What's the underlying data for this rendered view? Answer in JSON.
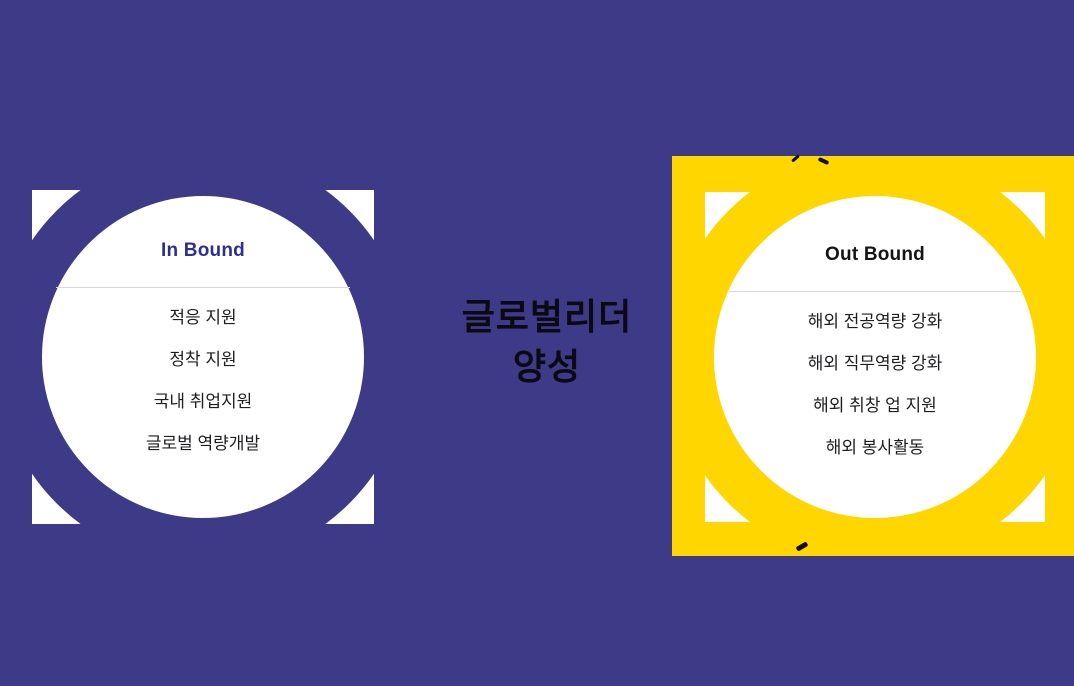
{
  "colors": {
    "background": "#3d3a87",
    "accent_yellow": "#ffd600",
    "inbound_title": "#2e2f90",
    "outbound_title": "#141414",
    "body_text": "#1e1e22",
    "center_text": "#0a0a12"
  },
  "center_label": {
    "line1": "글로벌리더",
    "line2": "양성"
  },
  "inbound": {
    "title": "In Bound",
    "items": [
      "적응 지원",
      "정착 지원",
      "국내 취업지원",
      "글로벌 역량개발"
    ]
  },
  "outbound": {
    "title": "Out Bound",
    "items": [
      "해외 전공역량 강화",
      "해외 직무역량 강화",
      "해외 취창 업 지원",
      "해외 봉사활동"
    ]
  }
}
